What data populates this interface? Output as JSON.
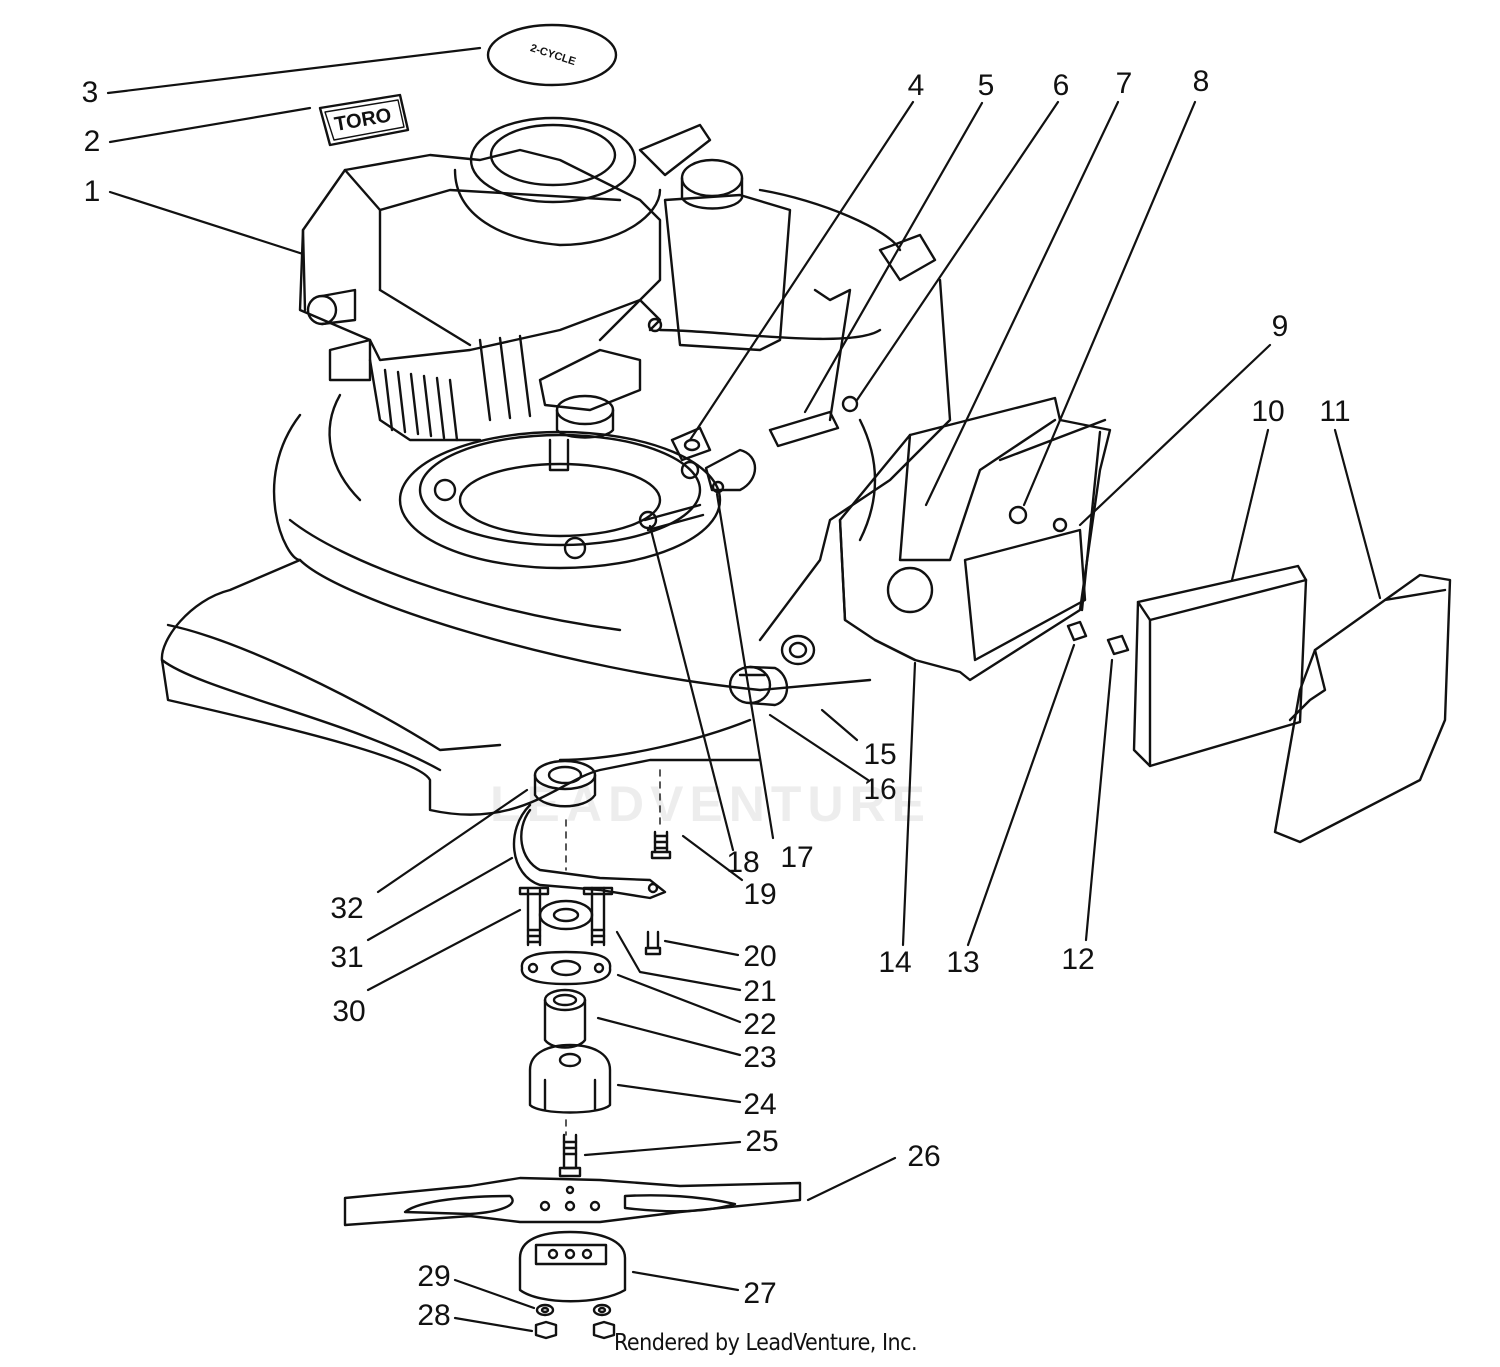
{
  "diagram": {
    "callouts": [
      "1",
      "2",
      "3",
      "4",
      "5",
      "6",
      "7",
      "8",
      "9",
      "10",
      "11",
      "12",
      "13",
      "14",
      "15",
      "16",
      "17",
      "18",
      "19",
      "20",
      "21",
      "22",
      "23",
      "24",
      "25",
      "26",
      "27",
      "28",
      "29",
      "30",
      "31",
      "32"
    ],
    "decal_text": "TORO",
    "cap_text": "2-CYCLE",
    "watermark": "LEADVENTURE",
    "footer": "Rendered by LeadVenture, Inc."
  },
  "colors": {
    "line": "#111111",
    "background": "#ffffff"
  }
}
